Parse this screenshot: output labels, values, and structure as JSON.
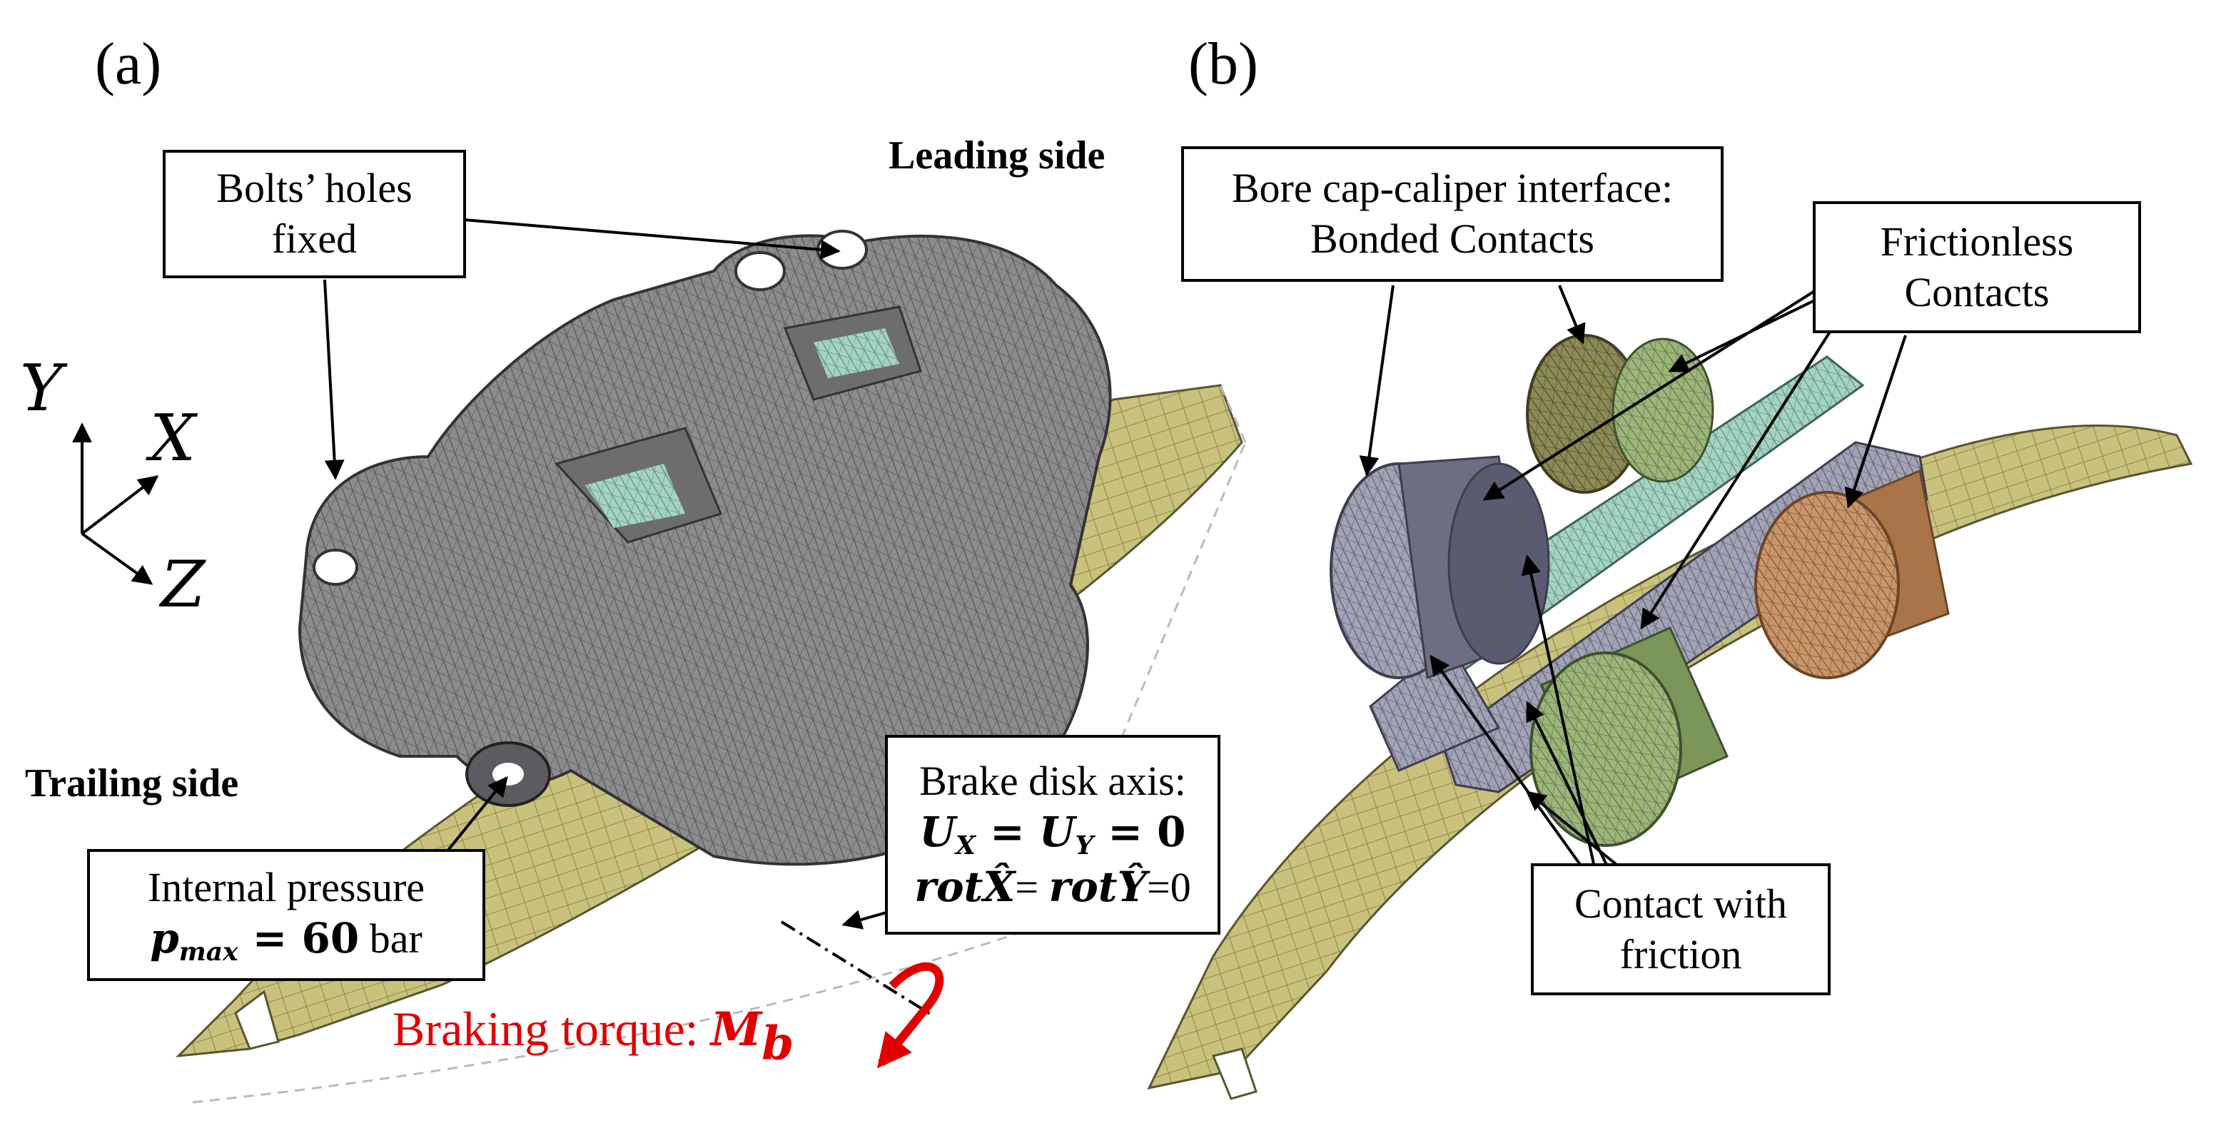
{
  "panels": {
    "a": "(a)",
    "b": "(b)"
  },
  "sides": {
    "leading": "Leading side",
    "trailing": "Trailing side"
  },
  "axes": {
    "y": "Y",
    "x": "X",
    "z": "Z"
  },
  "callouts": {
    "bolts": {
      "line1": "Bolts’ holes",
      "line2": "fixed"
    },
    "pressure": {
      "line1": "Internal pressure",
      "math": "p",
      "math_sub": "max",
      "rest": " = 60",
      "unit": " bar"
    },
    "disk_axis": {
      "line1": "Brake disk axis:",
      "line2": "U",
      "sub_x": "X",
      "eq": " = U",
      "sub_y": "Y",
      "eq_end": " = 0",
      "line3a": "rotX̂",
      "line3b": "= ",
      "line3c": "rotŶ",
      "line3d": "=0"
    },
    "bore": {
      "line1": "Bore cap-caliper interface:",
      "line2": "Bonded Contacts"
    },
    "frictionless": {
      "line1": "Frictionless",
      "line2": "Contacts"
    },
    "friction": {
      "line1": "Contact with",
      "line2": "friction"
    }
  },
  "torque": {
    "label": "Braking torque: ",
    "math": "M",
    "math_sub": "b"
  },
  "colors": {
    "caliper": "#8a8a8d",
    "disk": "#c7c07a",
    "pad": "#a9d6c6",
    "piston_green": "#9bb67a",
    "piston_orange": "#c99565",
    "piston_gray": "#8e8ea0",
    "torque": "#e00000"
  }
}
